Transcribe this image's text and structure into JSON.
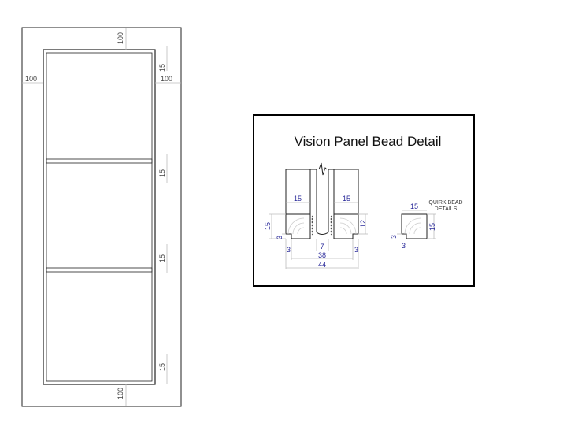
{
  "door_elevation": {
    "dims": {
      "top_rail": "100",
      "left_stile": "100",
      "right_stile": "100",
      "bead_top": "15",
      "bead_transom_1": "15",
      "bead_transom_2": "15",
      "bead_bottom": "15",
      "bottom_rail": "100"
    }
  },
  "detail_panel": {
    "title": "Vision Panel Bead Detail",
    "main_detail": {
      "bead_width_left": "15",
      "bead_width_right": "15",
      "bead_height_left": "15",
      "bead_height_right": "12",
      "quirk_left_v": "3",
      "quirk_left_h": "3",
      "quirk_right_h": "3",
      "glass_gap": "7",
      "inner_width": "38",
      "overall_width": "44"
    },
    "quirk_detail": {
      "label_line1": "QUIRK BEAD",
      "label_line2": "DETAILS",
      "width": "15",
      "height": "15",
      "quirk_v": "3",
      "quirk_h": "3"
    }
  },
  "colors": {
    "dimension_text": "#2a2a9a",
    "line": "#222222"
  }
}
